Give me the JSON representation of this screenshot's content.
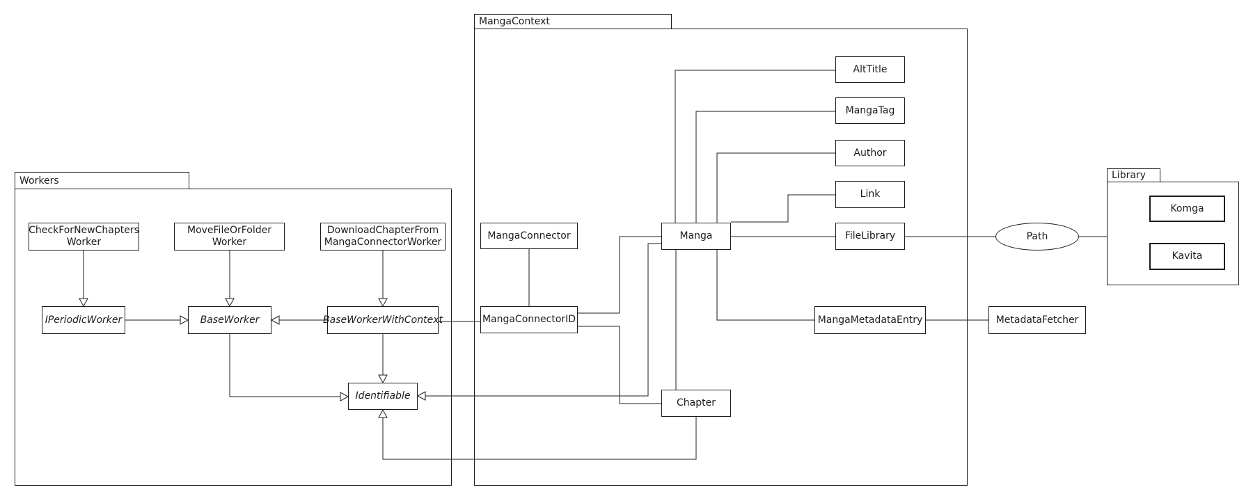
{
  "packages": {
    "workers": {
      "label": "Workers"
    },
    "manga_context": {
      "label": "MangaContext"
    },
    "library": {
      "label": "Library"
    }
  },
  "nodes": {
    "check_for_new_chapters_worker": {
      "line1": "CheckForNewChapters",
      "line2": "Worker"
    },
    "move_file_or_folder_worker": {
      "line1": "MoveFileOrFolder",
      "line2": "Worker"
    },
    "download_chapter_worker": {
      "line1": "DownloadChapterFrom",
      "line2": "MangaConnectorWorker"
    },
    "iperiodic_worker": {
      "label": "IPeriodicWorker"
    },
    "base_worker": {
      "label": "BaseWorker"
    },
    "base_worker_with_context": {
      "label": "BaseWorkerWithContext"
    },
    "identifiable": {
      "label": "Identifiable"
    },
    "manga_connector": {
      "label": "MangaConnector"
    },
    "manga_connector_id": {
      "label": "MangaConnectorID"
    },
    "manga": {
      "label": "Manga"
    },
    "chapter": {
      "label": "Chapter"
    },
    "alt_title": {
      "label": "AltTitle"
    },
    "manga_tag": {
      "label": "MangaTag"
    },
    "author": {
      "label": "Author"
    },
    "link": {
      "label": "Link"
    },
    "file_library": {
      "label": "FileLibrary"
    },
    "manga_metadata_entry": {
      "label": "MangaMetadataEntry"
    },
    "metadata_fetcher": {
      "label": "MetadataFetcher"
    },
    "komga": {
      "label": "Komga"
    },
    "kavita": {
      "label": "Kavita"
    },
    "path": {
      "label": "Path"
    }
  },
  "colors": {
    "line": "#1c1c1c",
    "background": "#ffffff",
    "box_fill": "#ffffff"
  }
}
